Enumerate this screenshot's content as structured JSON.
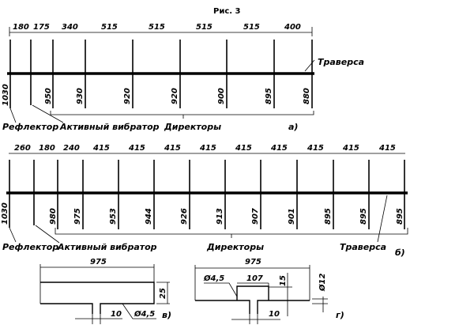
{
  "title": "Рис. 3",
  "fig_a": {
    "spacings": [
      "180",
      "175",
      "340",
      "515",
      "515",
      "515",
      "515",
      "400"
    ],
    "lengths": [
      "1030",
      "950",
      "930",
      "920",
      "920",
      "900",
      "895",
      "880"
    ],
    "reflector": "Рефлектор",
    "active": "Активный вибратор",
    "directors": "Директоры",
    "boom": "Траверса",
    "tag": "а)"
  },
  "fig_b": {
    "spacings": [
      "260",
      "180",
      "240",
      "415",
      "415",
      "415",
      "415",
      "415",
      "415",
      "415",
      "415",
      "415"
    ],
    "lengths": [
      "1030",
      "980",
      "975",
      "953",
      "944",
      "926",
      "913",
      "907",
      "901",
      "895",
      "895",
      "895"
    ],
    "reflector": "Рефлектор",
    "active": "Активный вибратор",
    "directors": "Директоры",
    "boom": "Траверса",
    "tag": "б)"
  },
  "fig_v": {
    "width": "975",
    "height": "25",
    "gap": "10",
    "diameter": "Ø4,5",
    "tag": "в)"
  },
  "fig_g": {
    "width": "975",
    "diameter": "Ø4,5",
    "inner": "107",
    "step": "15",
    "tube": "Ø12",
    "gap": "10",
    "tag": "г)"
  }
}
